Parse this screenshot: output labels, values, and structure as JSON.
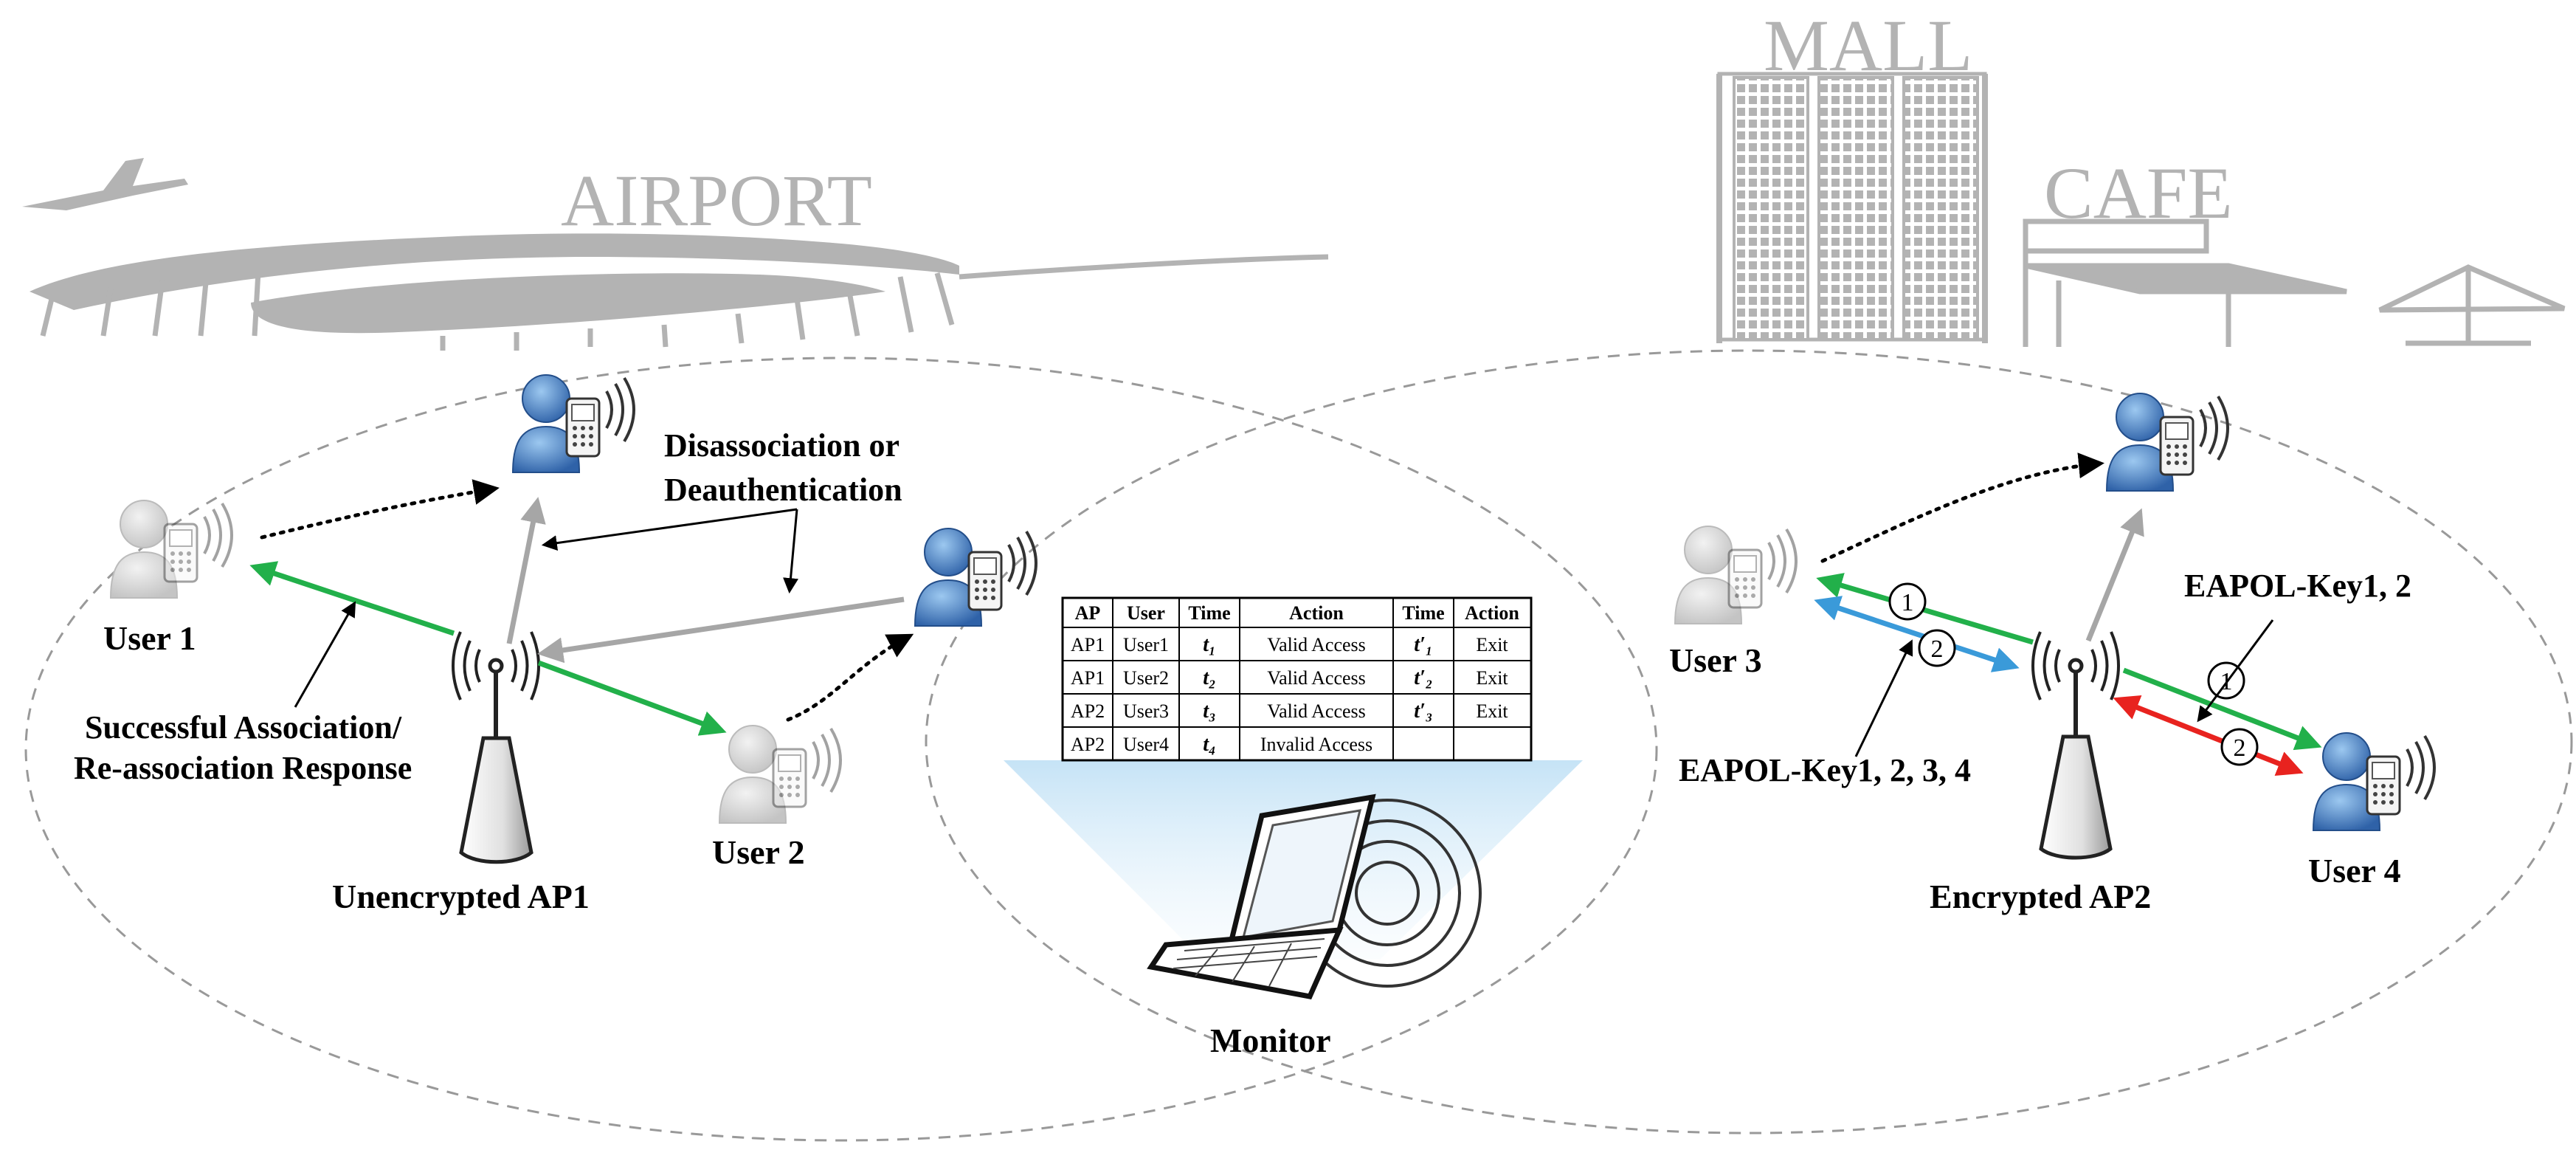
{
  "background_labels": {
    "airport": "AIRPORT",
    "mall": "MALL",
    "cafe": "CAFE"
  },
  "users": {
    "user1": "User 1",
    "user2": "User 2",
    "user3": "User 3",
    "user4": "User 4"
  },
  "access_points": {
    "ap1": "Unencrypted  AP1",
    "ap2": "Encrypted  AP2"
  },
  "annotations": {
    "disassoc_line1": "Disassociation or",
    "disassoc_line2": "Deauthentication",
    "success_line1": "Successful Association/",
    "success_line2": "Re-association Response",
    "eapol_full": "EAPOL-Key1, 2, 3, 4",
    "eapol_partial": "EAPOL-Key1, 2",
    "step1": "1",
    "step2": "2"
  },
  "monitor": {
    "label": "Monitor"
  },
  "table": {
    "headers": [
      "AP",
      "User",
      "Time",
      "Action",
      "Time",
      "Action"
    ],
    "rows": [
      [
        "AP1",
        "User1",
        "t₁",
        "Valid Access",
        "t′₁",
        "Exit"
      ],
      [
        "AP1",
        "User2",
        "t₂",
        "Valid Access",
        "t′₂",
        "Exit"
      ],
      [
        "AP2",
        "User3",
        "t₃",
        "Valid Access",
        "t′₃",
        "Exit"
      ],
      [
        "AP2",
        "User4",
        "t₄",
        "Invalid Access",
        "",
        ""
      ]
    ]
  },
  "colors": {
    "green_arrow": "#22b04a",
    "blue_arrow": "#3a9ad9",
    "red_arrow": "#e8231f",
    "gray_arrow": "#a6a6a6",
    "background_art": "#b3b3b3",
    "user_active": "#3a76c4",
    "user_ghost": "#cfcfcf"
  }
}
